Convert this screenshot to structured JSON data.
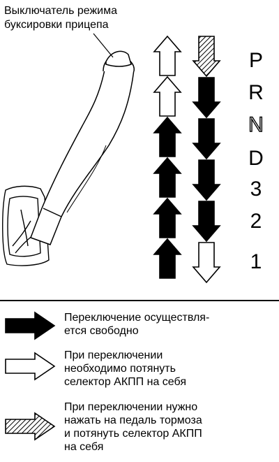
{
  "callout": {
    "text": "Выключатель режима\nбуксировки прицепа"
  },
  "gears": [
    {
      "label": "P",
      "style": "solid"
    },
    {
      "label": "R",
      "style": "solid"
    },
    {
      "label": "N",
      "style": "outline"
    },
    {
      "label": "D",
      "style": "solid"
    },
    {
      "label": "3",
      "style": "solid"
    },
    {
      "label": "2",
      "style": "solid"
    },
    {
      "label": "1",
      "style": "solid"
    }
  ],
  "shift_up": [
    "outline",
    "outline",
    "solid",
    "solid",
    "solid",
    "solid"
  ],
  "shift_down": [
    "hatched",
    "solid",
    "solid",
    "solid",
    "solid",
    "outline"
  ],
  "legend": [
    {
      "style": "solid",
      "text": "Переключение осуществля-\nется свободно"
    },
    {
      "style": "outline",
      "text": "При переключении\nнеобходимо потянуть\nселектор АКПП на себя"
    },
    {
      "style": "hatched",
      "text": "При переключении нужно\nнажать на педаль тормоза\nи потянуть селектор АКПП\nна себя"
    }
  ]
}
